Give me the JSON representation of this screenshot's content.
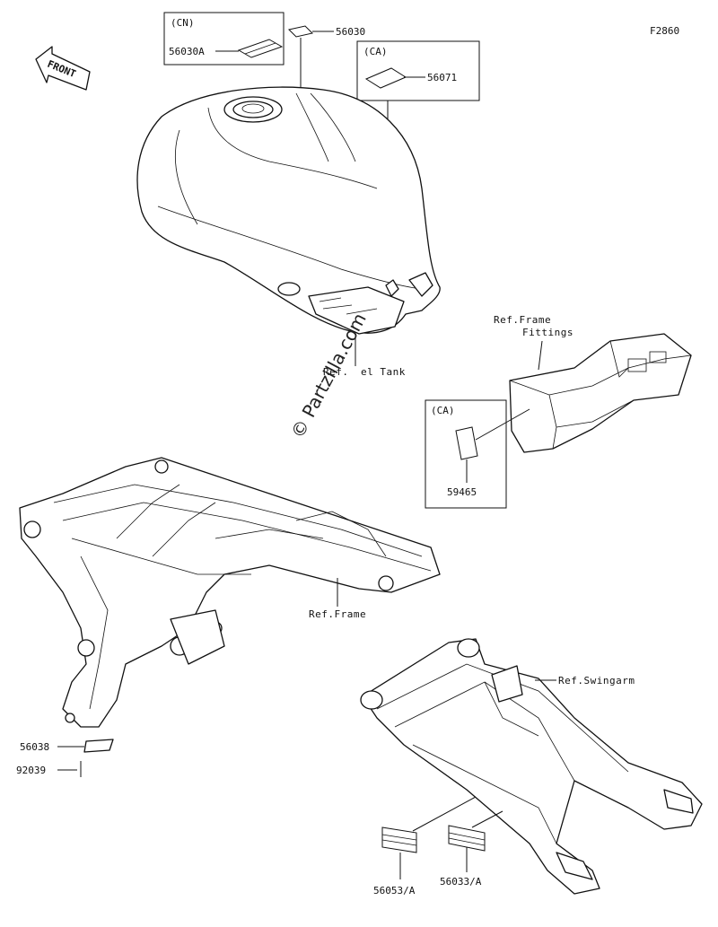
{
  "figure_code": "F2860",
  "front_label": "FRONT",
  "watermark": "© Partzilla.com",
  "callouts": {
    "cn_box_label": "(CN)",
    "part_56030A": "56030A",
    "part_56030": "56030",
    "ca_box_top_label": "(CA)",
    "part_56071": "56071",
    "ref_fuel_tank_left": "Ref.",
    "ref_fuel_tank_right": "el Tank",
    "ref_frame_fittings_line1": "Ref.Frame",
    "ref_frame_fittings_line2": "Fittings",
    "ca_box_mid_label": "(CA)",
    "part_59465": "59465",
    "ref_frame": "Ref.Frame",
    "ref_swingarm": "Ref.Swingarm",
    "part_56038": "56038",
    "part_92039": "92039",
    "part_56053A": "56053/A",
    "part_56033A": "56033/A"
  }
}
